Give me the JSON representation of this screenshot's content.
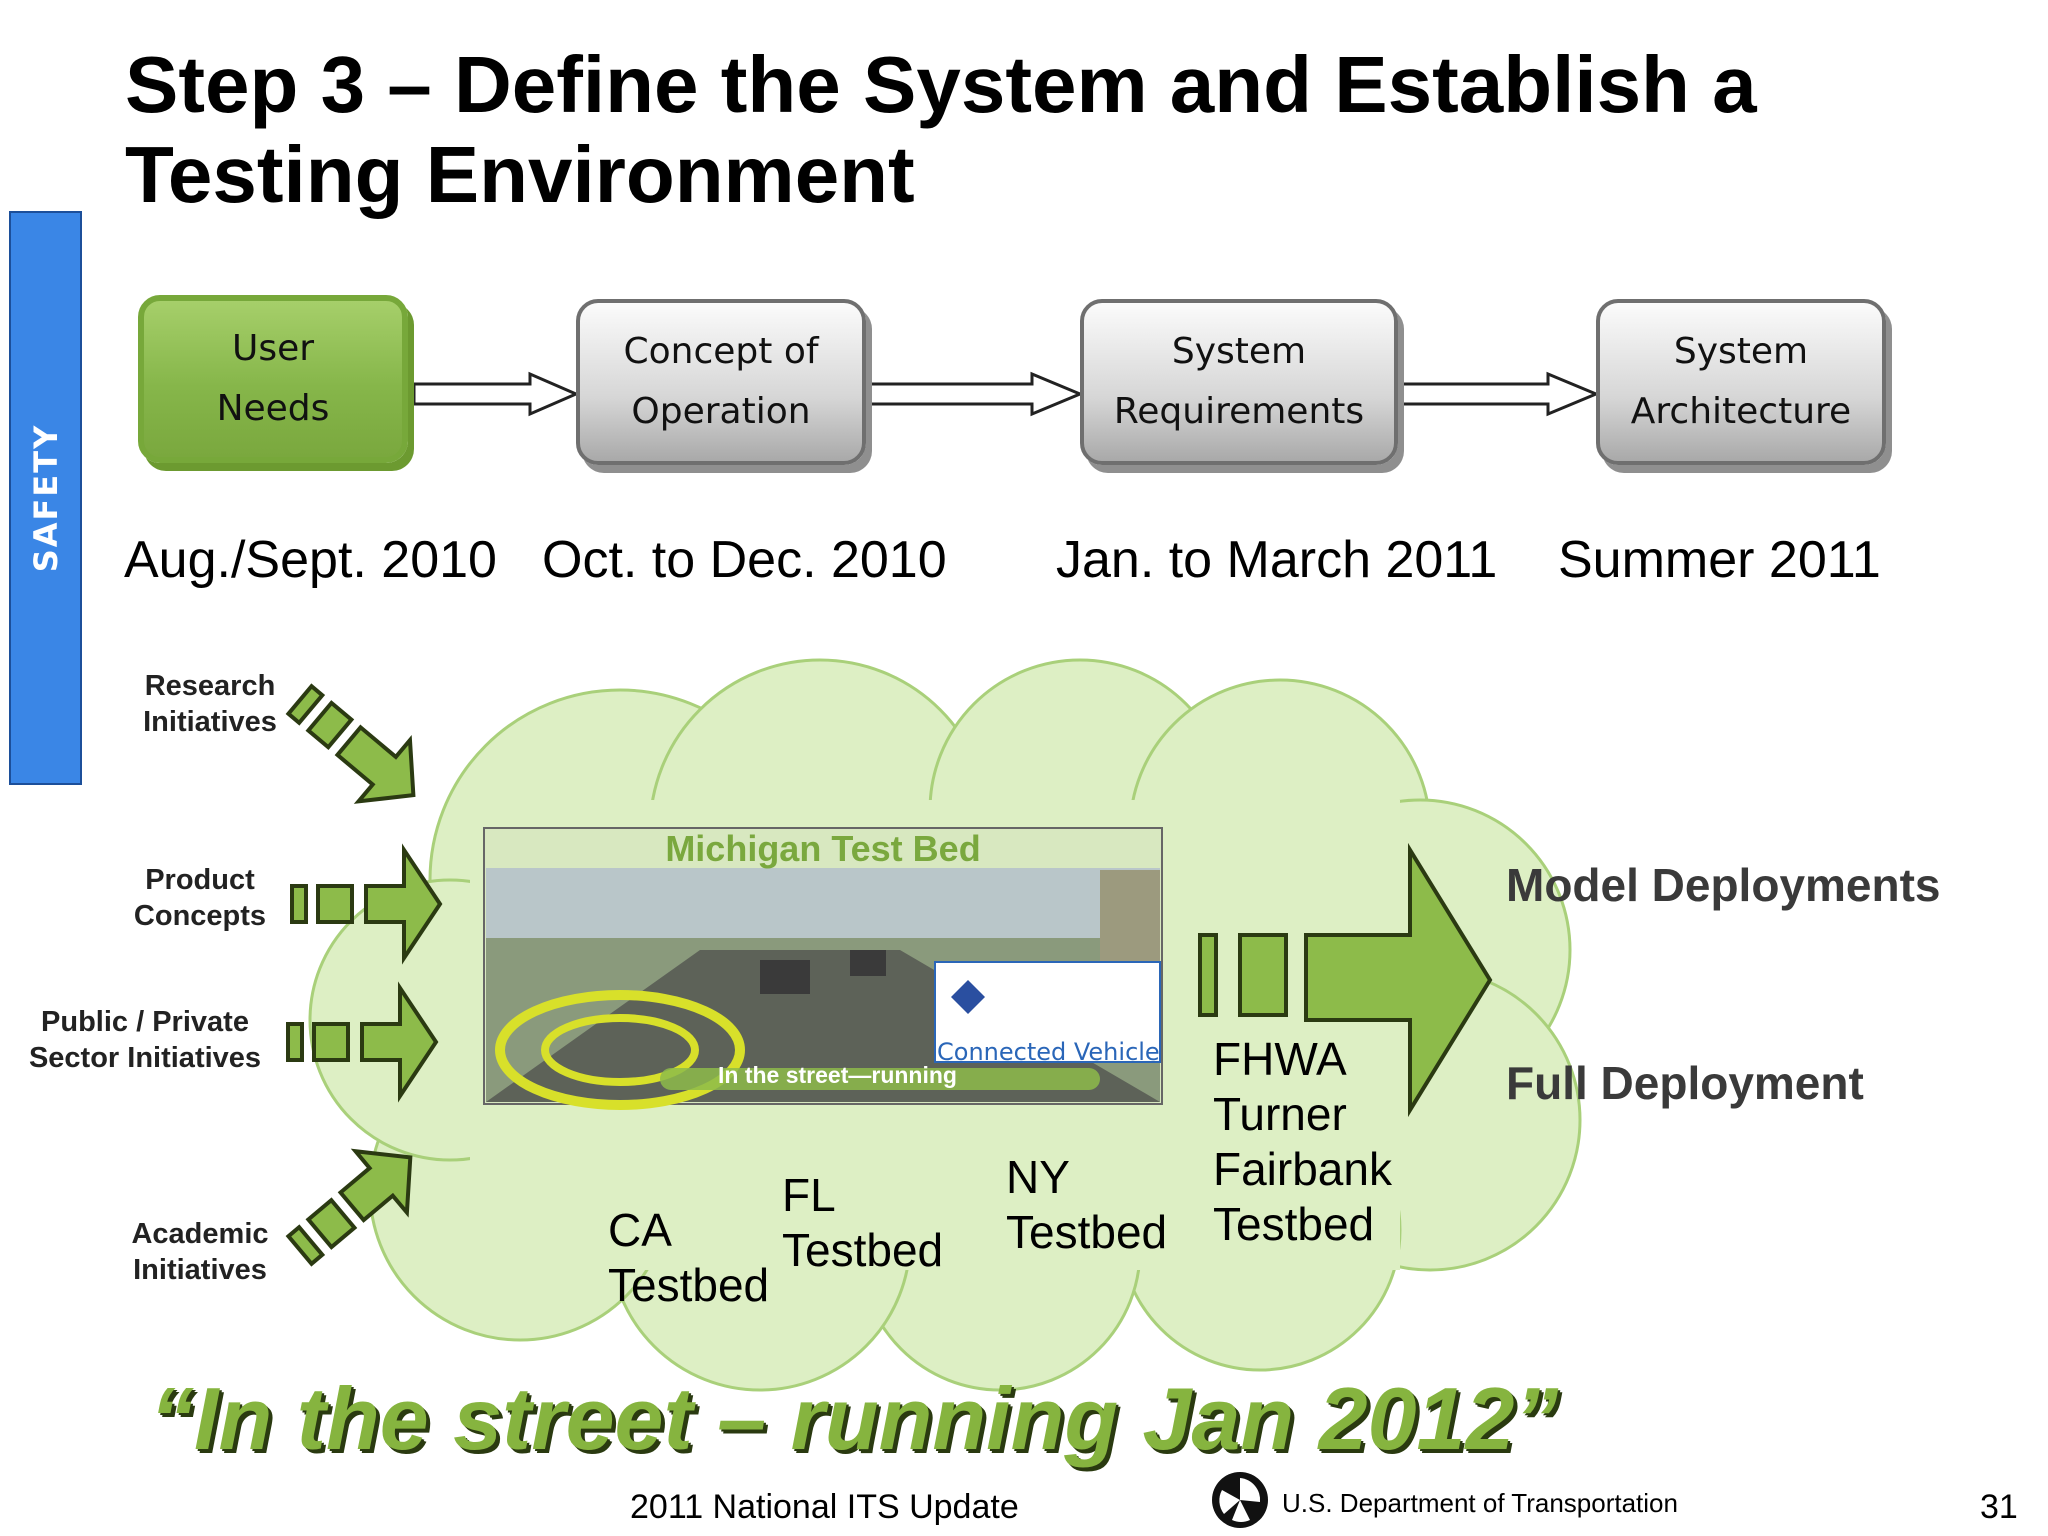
{
  "title": {
    "line1": "Step 3 – Define the System and Establish a",
    "line2": "Testing Environment"
  },
  "side_tab": "SAFETY",
  "process_steps": [
    {
      "line1": "User",
      "line2": "Needs",
      "highlight": true,
      "color": "#86b64a"
    },
    {
      "line1": "Concept of",
      "line2": "Operation",
      "highlight": false,
      "color": "#cfcfcf"
    },
    {
      "line1": "System",
      "line2": "Requirements",
      "highlight": false,
      "color": "#cfcfcf"
    },
    {
      "line1": "System",
      "line2": "Architecture",
      "highlight": false,
      "color": "#cfcfcf"
    }
  ],
  "dates": [
    "Aug./Sept. 2010",
    "Oct. to Dec. 2010",
    "Jan. to March 2011",
    "Summer 2011"
  ],
  "inputs": [
    {
      "line1": "Research",
      "line2": "Initiatives"
    },
    {
      "line1": "Product",
      "line2": "Concepts"
    },
    {
      "line1": "Public / Private",
      "line2": "Sector Initiatives"
    },
    {
      "line1": "Academic",
      "line2": "Initiatives"
    }
  ],
  "test_bed": {
    "title": "Michigan Test Bed",
    "caption": "In the street—running",
    "logo_text": "Connected Vehicle"
  },
  "testbeds": [
    {
      "line1": "CA",
      "line2": "Testbed"
    },
    {
      "line1": "FL",
      "line2": "Testbed"
    },
    {
      "line1": "NY",
      "line2": "Testbed"
    },
    {
      "line1": "FHWA",
      "line2": "Turner",
      "line3": "Fairbank",
      "line4": "Testbed"
    }
  ],
  "deployments": [
    "Model Deployments",
    "Full Deployment"
  ],
  "quote": "“In the street – running Jan 2012”",
  "footer": {
    "center": "2011 National ITS Update",
    "dept": "U.S. Department of Transportation",
    "page": "31"
  },
  "colors": {
    "accent_green": "#86b43f",
    "cloud_fill": "#ddefc4",
    "side_tab": "#3a86e6"
  }
}
